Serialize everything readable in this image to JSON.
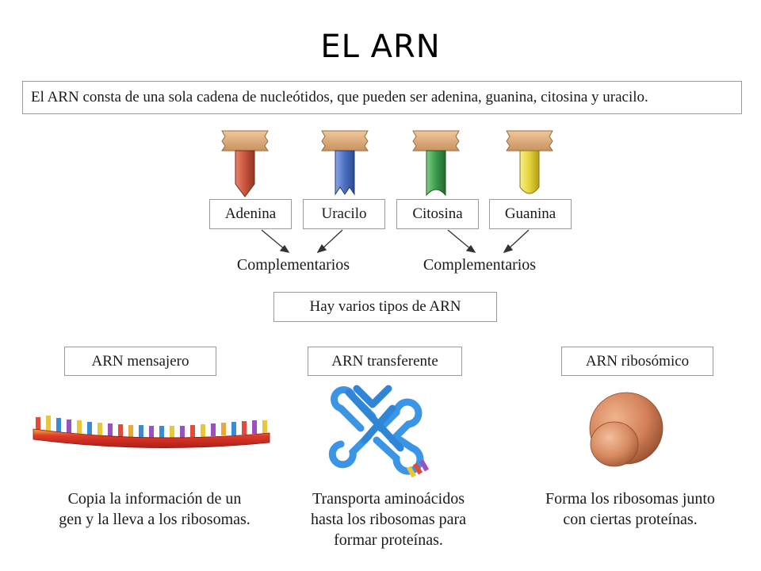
{
  "title": "EL ARN",
  "intro": "El ARN consta de una sola cadena de nucleótidos, que pueden ser adenina, guanina, citosina y uracilo.",
  "bases": [
    {
      "name": "Adenina",
      "color": "#c8553d"
    },
    {
      "name": "Uracilo",
      "color": "#4a6fc0"
    },
    {
      "name": "Citosina",
      "color": "#3b9b4a"
    },
    {
      "name": "Guanina",
      "color": "#e4d23a"
    }
  ],
  "complementarios": [
    "Complementarios",
    "Complementarios"
  ],
  "tipos_title": "Hay varios tipos de ARN",
  "tipos": [
    {
      "name": "ARN mensajero",
      "desc": [
        "Copia la información de un",
        "gen y la lleva a los ribosomas."
      ]
    },
    {
      "name": "ARN transferente",
      "desc": [
        "Transporta aminoácidos",
        "hasta los ribosomas para",
        "formar proteínas."
      ]
    },
    {
      "name": "ARN ribosómico",
      "desc": [
        "Forma los ribosomas junto",
        "con ciertas proteínas."
      ]
    }
  ]
}
